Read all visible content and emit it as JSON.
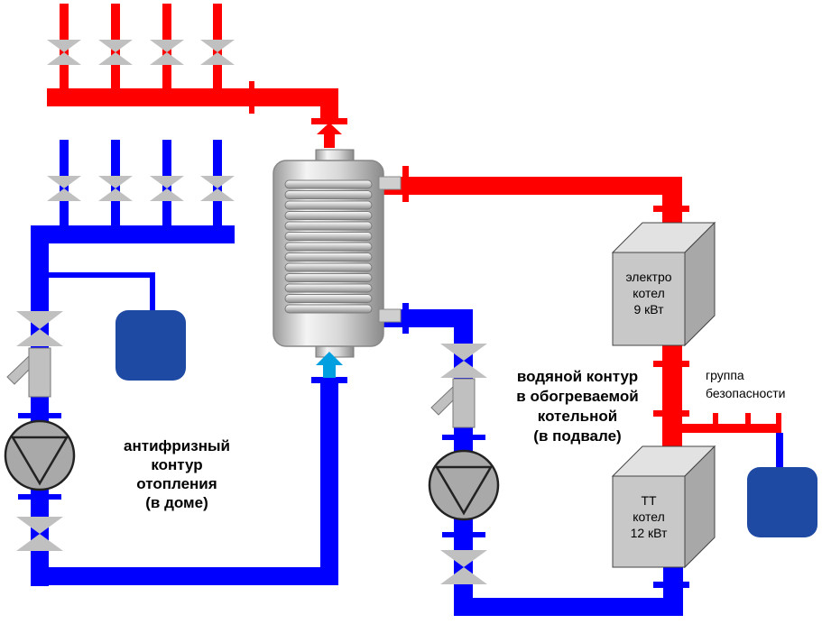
{
  "colors": {
    "hot": "#ff0000",
    "cold": "#0000ff",
    "valve": "#c0c0c0",
    "tank": "#1f4aa3",
    "boiler": "#c8c8c8",
    "arrow_in": "#00a0e0"
  },
  "labels": {
    "antifreeze": [
      "антифризный",
      "контур",
      "отопления",
      "(в доме)"
    ],
    "water": [
      "водяной контур",
      "в обогреваемой",
      "котельной",
      "(в подвале)"
    ],
    "safety_group": [
      "группа",
      "безопасности"
    ]
  },
  "boilers": {
    "electric": [
      "электро",
      "котел",
      "9 кВт"
    ],
    "solid_fuel": [
      "ТТ",
      "котел",
      "12 кВт"
    ]
  }
}
